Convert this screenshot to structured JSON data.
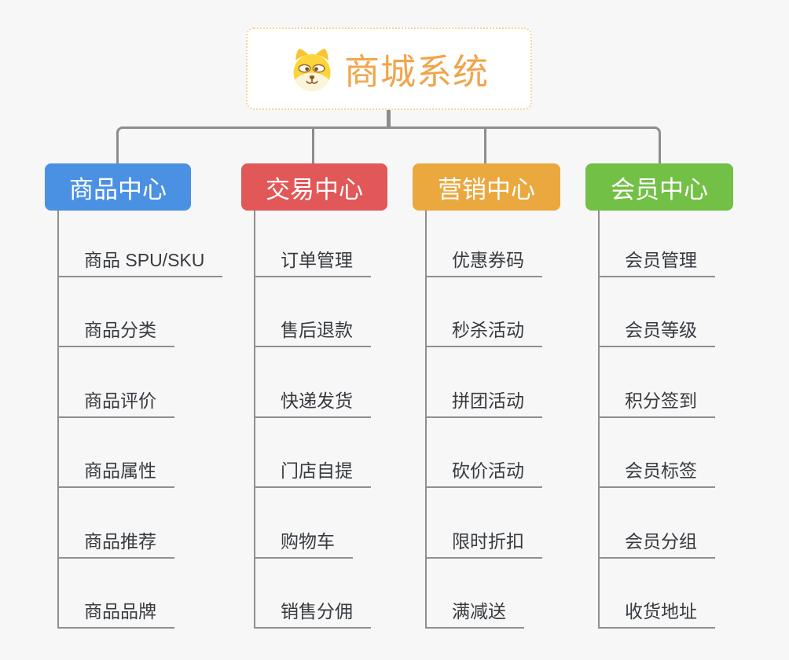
{
  "page": {
    "background_color": "#f7f7f7",
    "connector_color": "#8d8d8d"
  },
  "root": {
    "title": "商城系统",
    "icon": "dog-face-icon",
    "text_color": "#f0a54b",
    "border_color": "#f5d39b"
  },
  "branches": [
    {
      "label": "商品中心",
      "color": "#4b91e3",
      "children": [
        "商品 SPU/SKU",
        "商品分类",
        "商品评价",
        "商品属性",
        "商品推荐",
        "商品品牌"
      ]
    },
    {
      "label": "交易中心",
      "color": "#e25757",
      "children": [
        "订单管理",
        "售后退款",
        "快递发货",
        "门店自提",
        "购物车",
        "销售分佣"
      ]
    },
    {
      "label": "营销中心",
      "color": "#eaa83f",
      "children": [
        "优惠券码",
        "秒杀活动",
        "拼团活动",
        "砍价活动",
        "限时折扣",
        "满减送"
      ]
    },
    {
      "label": "会员中心",
      "color": "#72c046",
      "children": [
        "会员管理",
        "会员等级",
        "积分签到",
        "会员标签",
        "会员分组",
        "收货地址"
      ]
    }
  ]
}
